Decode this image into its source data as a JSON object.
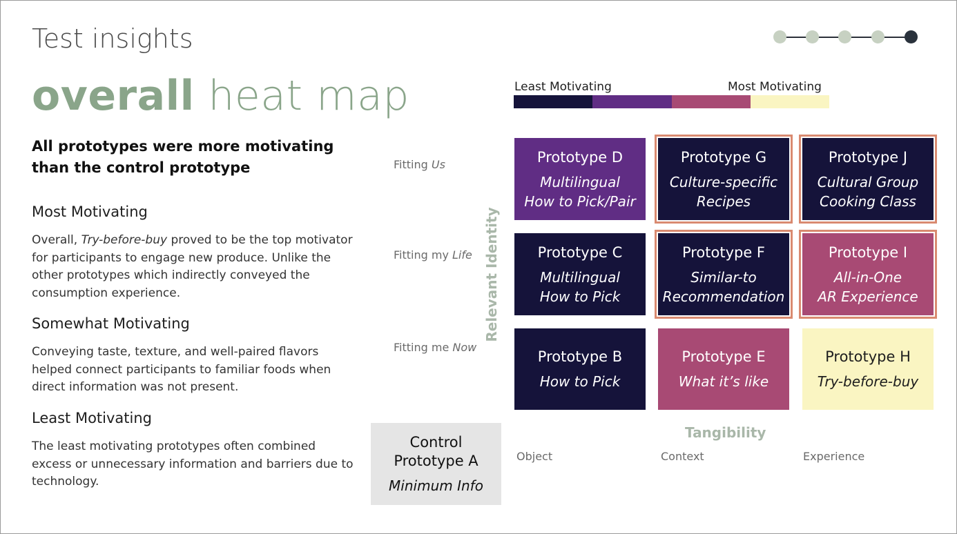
{
  "header": {
    "kicker": "Test insights",
    "title_bold": "overall",
    "title_light": "heat map",
    "progress": {
      "total": 5,
      "current": 5
    }
  },
  "left": {
    "headline": "All prototypes were more motivating than the control prototype",
    "sections": [
      {
        "heading": "Most Motivating",
        "text_prefix": "Overall, ",
        "text_em": "Try-before-buy",
        "text_suffix": " proved to be the top motivator for participants to engage new produce. Unlike the other prototypes which indirectly conveyed the consumption experience."
      },
      {
        "heading": "Somewhat Motivating",
        "text": "Conveying taste, texture, and well-paired flavors helped connect participants to familiar foods when direct information was not present."
      },
      {
        "heading": "Least Motivating",
        "text": "The least motivating prototypes often combined excess or unnecessary  information and barriers due to technology."
      }
    ]
  },
  "legend": {
    "low_label": "Least Motivating",
    "high_label": "Most Motivating",
    "colors": [
      "#15133a",
      "#602d84",
      "#a84a74",
      "#faf5c2"
    ]
  },
  "axes": {
    "y_label": "Relevant Identity",
    "x_label": "Tangibility",
    "rows": [
      {
        "prefix": "Fitting ",
        "em": "Us"
      },
      {
        "prefix": "Fitting my ",
        "em": "Life"
      },
      {
        "prefix": "Fitting me ",
        "em": "Now"
      }
    ],
    "columns": [
      "Object",
      "Context",
      "Experience"
    ]
  },
  "grid": [
    {
      "name": "Prototype D",
      "desc1": "Multilingual",
      "desc2": "How to Pick/Pair",
      "color": "#602d84",
      "highlight": false
    },
    {
      "name": "Prototype G",
      "desc1": "Culture-specific",
      "desc2": "Recipes",
      "color": "#15133a",
      "highlight": true
    },
    {
      "name": "Prototype J",
      "desc1": "Cultural Group",
      "desc2": "Cooking Class",
      "color": "#15133a",
      "highlight": true
    },
    {
      "name": "Prototype C",
      "desc1": "Multilingual",
      "desc2": "How to Pick",
      "color": "#15133a",
      "highlight": false
    },
    {
      "name": "Prototype F",
      "desc1": "Similar-to",
      "desc2": "Recommendation",
      "color": "#15133a",
      "highlight": true
    },
    {
      "name": "Prototype I",
      "desc1": "All-in-One",
      "desc2": "AR Experience",
      "color": "#a84a74",
      "highlight": true
    },
    {
      "name": "Prototype B",
      "desc1": "How to Pick",
      "desc2": "",
      "color": "#15133a",
      "highlight": false
    },
    {
      "name": "Prototype E",
      "desc1": "What it’s like",
      "desc2": "",
      "color": "#a84a74",
      "highlight": false
    },
    {
      "name": "Prototype H",
      "desc1": "Try-before-buy",
      "desc2": "",
      "color": "#faf5c2",
      "highlight": false
    }
  ],
  "control": {
    "line1": "Control",
    "line2": "Prototype A",
    "desc": "Minimum Info"
  }
}
